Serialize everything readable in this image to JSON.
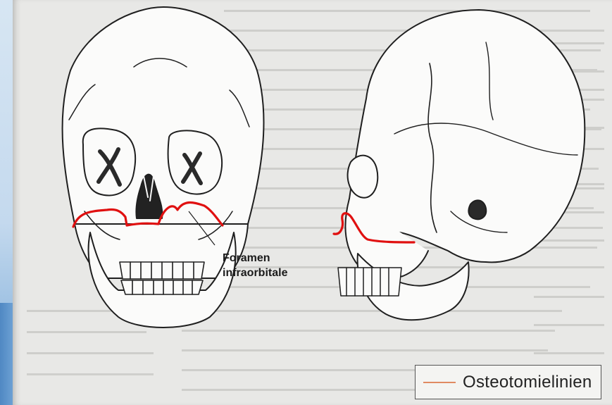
{
  "figure": {
    "annotation": [
      "Foramen",
      "infraorbitale"
    ],
    "legend": {
      "label": "Osteotomielinien",
      "color": "#e08a62"
    },
    "line_color": "#e01010",
    "views": [
      "frontal-skull",
      "lateral-skull"
    ]
  }
}
